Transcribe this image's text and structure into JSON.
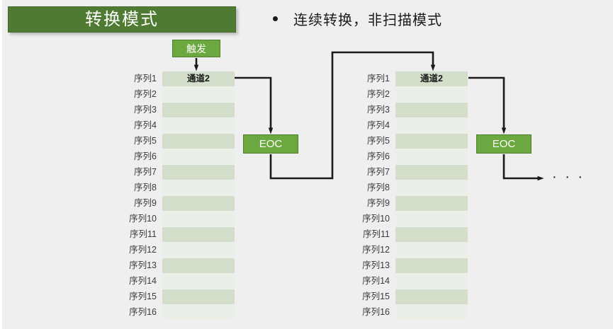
{
  "slide": {
    "background_color": "#efefef",
    "title": "转换模式",
    "title_color": "#ffffff",
    "title_bg_color": "#4e7a31"
  },
  "bullet": {
    "marker": "bullet-dot",
    "text": "连续转换，非扫描模式"
  },
  "trigger": {
    "label": "触发",
    "color": "#6ba83f"
  },
  "eoc": {
    "left_label": "EOC",
    "right_label": "EOC",
    "color": "#6ba83f"
  },
  "ellipsis": "· · ·",
  "colors": {
    "row_dark": "#d4dfcb",
    "row_light": "#eaefe7",
    "accent_green": "#6ba83f",
    "banner_green": "#4e7a31",
    "wire": "#1a1a1a"
  },
  "tables": [
    {
      "id": "table-left",
      "header_value": "通道2",
      "rows": [
        {
          "label": "序列1",
          "value": "通道2",
          "shade": "dark"
        },
        {
          "label": "序列2",
          "value": "",
          "shade": "light"
        },
        {
          "label": "序列3",
          "value": "",
          "shade": "dark"
        },
        {
          "label": "序列4",
          "value": "",
          "shade": "light"
        },
        {
          "label": "序列5",
          "value": "",
          "shade": "dark"
        },
        {
          "label": "序列6",
          "value": "",
          "shade": "light"
        },
        {
          "label": "序列7",
          "value": "",
          "shade": "dark"
        },
        {
          "label": "序列8",
          "value": "",
          "shade": "light"
        },
        {
          "label": "序列9",
          "value": "",
          "shade": "dark"
        },
        {
          "label": "序列10",
          "value": "",
          "shade": "light"
        },
        {
          "label": "序列11",
          "value": "",
          "shade": "dark"
        },
        {
          "label": "序列12",
          "value": "",
          "shade": "light"
        },
        {
          "label": "序列13",
          "value": "",
          "shade": "dark"
        },
        {
          "label": "序列14",
          "value": "",
          "shade": "light"
        },
        {
          "label": "序列15",
          "value": "",
          "shade": "dark"
        },
        {
          "label": "序列16",
          "value": "",
          "shade": "light"
        }
      ]
    },
    {
      "id": "table-right",
      "header_value": "通道2",
      "rows": [
        {
          "label": "序列1",
          "value": "通道2",
          "shade": "dark"
        },
        {
          "label": "序列2",
          "value": "",
          "shade": "light"
        },
        {
          "label": "序列3",
          "value": "",
          "shade": "dark"
        },
        {
          "label": "序列4",
          "value": "",
          "shade": "light"
        },
        {
          "label": "序列5",
          "value": "",
          "shade": "dark"
        },
        {
          "label": "序列6",
          "value": "",
          "shade": "light"
        },
        {
          "label": "序列7",
          "value": "",
          "shade": "dark"
        },
        {
          "label": "序列8",
          "value": "",
          "shade": "light"
        },
        {
          "label": "序列9",
          "value": "",
          "shade": "dark"
        },
        {
          "label": "序列10",
          "value": "",
          "shade": "light"
        },
        {
          "label": "序列11",
          "value": "",
          "shade": "dark"
        },
        {
          "label": "序列12",
          "value": "",
          "shade": "light"
        },
        {
          "label": "序列13",
          "value": "",
          "shade": "dark"
        },
        {
          "label": "序列14",
          "value": "",
          "shade": "light"
        },
        {
          "label": "序列15",
          "value": "",
          "shade": "dark"
        },
        {
          "label": "序列16",
          "value": "",
          "shade": "light"
        }
      ]
    }
  ]
}
